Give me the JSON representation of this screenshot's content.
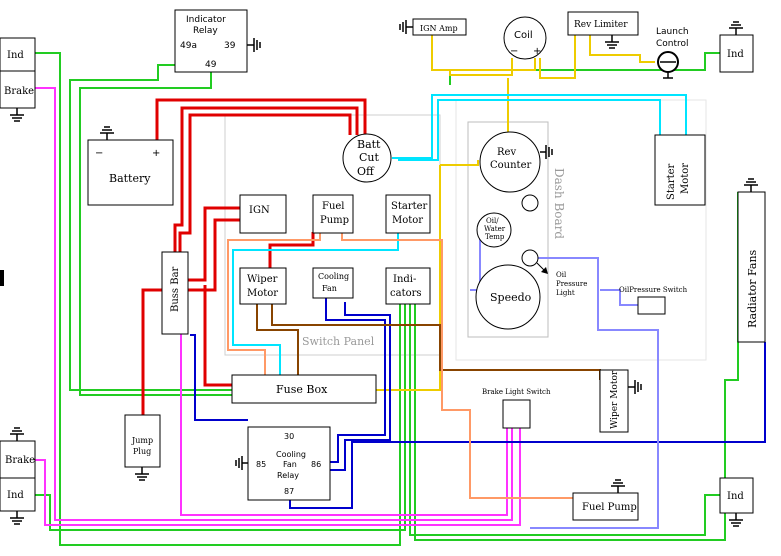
{
  "components": {
    "ind_top_left": "Ind",
    "brake_top_left": "Brake",
    "indicator_relay": {
      "title1": "Indicator",
      "title2": "Relay",
      "pin_49a": "49a",
      "pin_39": "39",
      "pin_49": "49"
    },
    "ign_amp": "IGN Amp",
    "coil": {
      "title": "Coil",
      "minus": "−",
      "plus": "+"
    },
    "rev_limiter": "Rev Limiter",
    "launch_control": {
      "line1": "Launch",
      "line2": "Control"
    },
    "ind_top_right": "Ind",
    "battery": {
      "title": "Battery",
      "minus": "−",
      "plus": "+"
    },
    "batt_cut_off": {
      "line1": "Batt",
      "line2": "Cut",
      "line3": "Off"
    },
    "rev_counter": {
      "line1": "Rev",
      "line2": "Counter"
    },
    "starter_motor_right": {
      "line1": "Starter",
      "line2": "Motor"
    },
    "ign_switch": "IGN",
    "fuel_pump_switch": {
      "line1": "Fuel",
      "line2": "Pump"
    },
    "starter_motor_switch": {
      "line1": "Starter",
      "line2": "Motor"
    },
    "dash_board": "Dash Board",
    "oil_water_temp": {
      "line1": "Oil/",
      "line2": "Water",
      "line3": "Temp"
    },
    "radiator_fans": "Radiator Fans",
    "buss_bar": "Buss Bar",
    "wiper_motor_switch": {
      "line1": "Wiper",
      "line2": "Motor"
    },
    "cooling_fan_switch": {
      "line1": "Cooling",
      "line2": "Fan"
    },
    "indicators_switch": {
      "line1": "Indi-",
      "line2": "cators"
    },
    "oil_pressure_light": {
      "line1": "Oil",
      "line2": "Pressure",
      "line3": "Light"
    },
    "oil_pressure_switch": "OilPressure Switch",
    "speedo": "Speedo",
    "switch_panel": "Switch Panel",
    "fuse_box": "Fuse Box",
    "wiper_motor_right": "Wiper Motor",
    "brake_light_switch": "Brake Light Switch",
    "jump_plug": {
      "line1": "Jump",
      "line2": "Plug"
    },
    "cooling_fan_relay": {
      "pin_30": "30",
      "pin_85": "85",
      "title1": "Cooling",
      "title2": "Fan",
      "title3": "Relay",
      "pin_86": "86",
      "pin_87": "87"
    },
    "brake_bottom_left": "Brake",
    "ind_bottom_left": "Ind",
    "fuel_pump_bottom": "Fuel Pump",
    "ind_bottom_right": "Ind"
  },
  "wire_colors": {
    "power": "#e00000",
    "indicator": "#22cc22",
    "brake": "#ff33ff",
    "ignition": "#eecc00",
    "starter": "#00e5ff",
    "fan": "#0000cc",
    "wiper": "#884400",
    "fuel": "#ff9966",
    "oil": "#8888ff"
  }
}
